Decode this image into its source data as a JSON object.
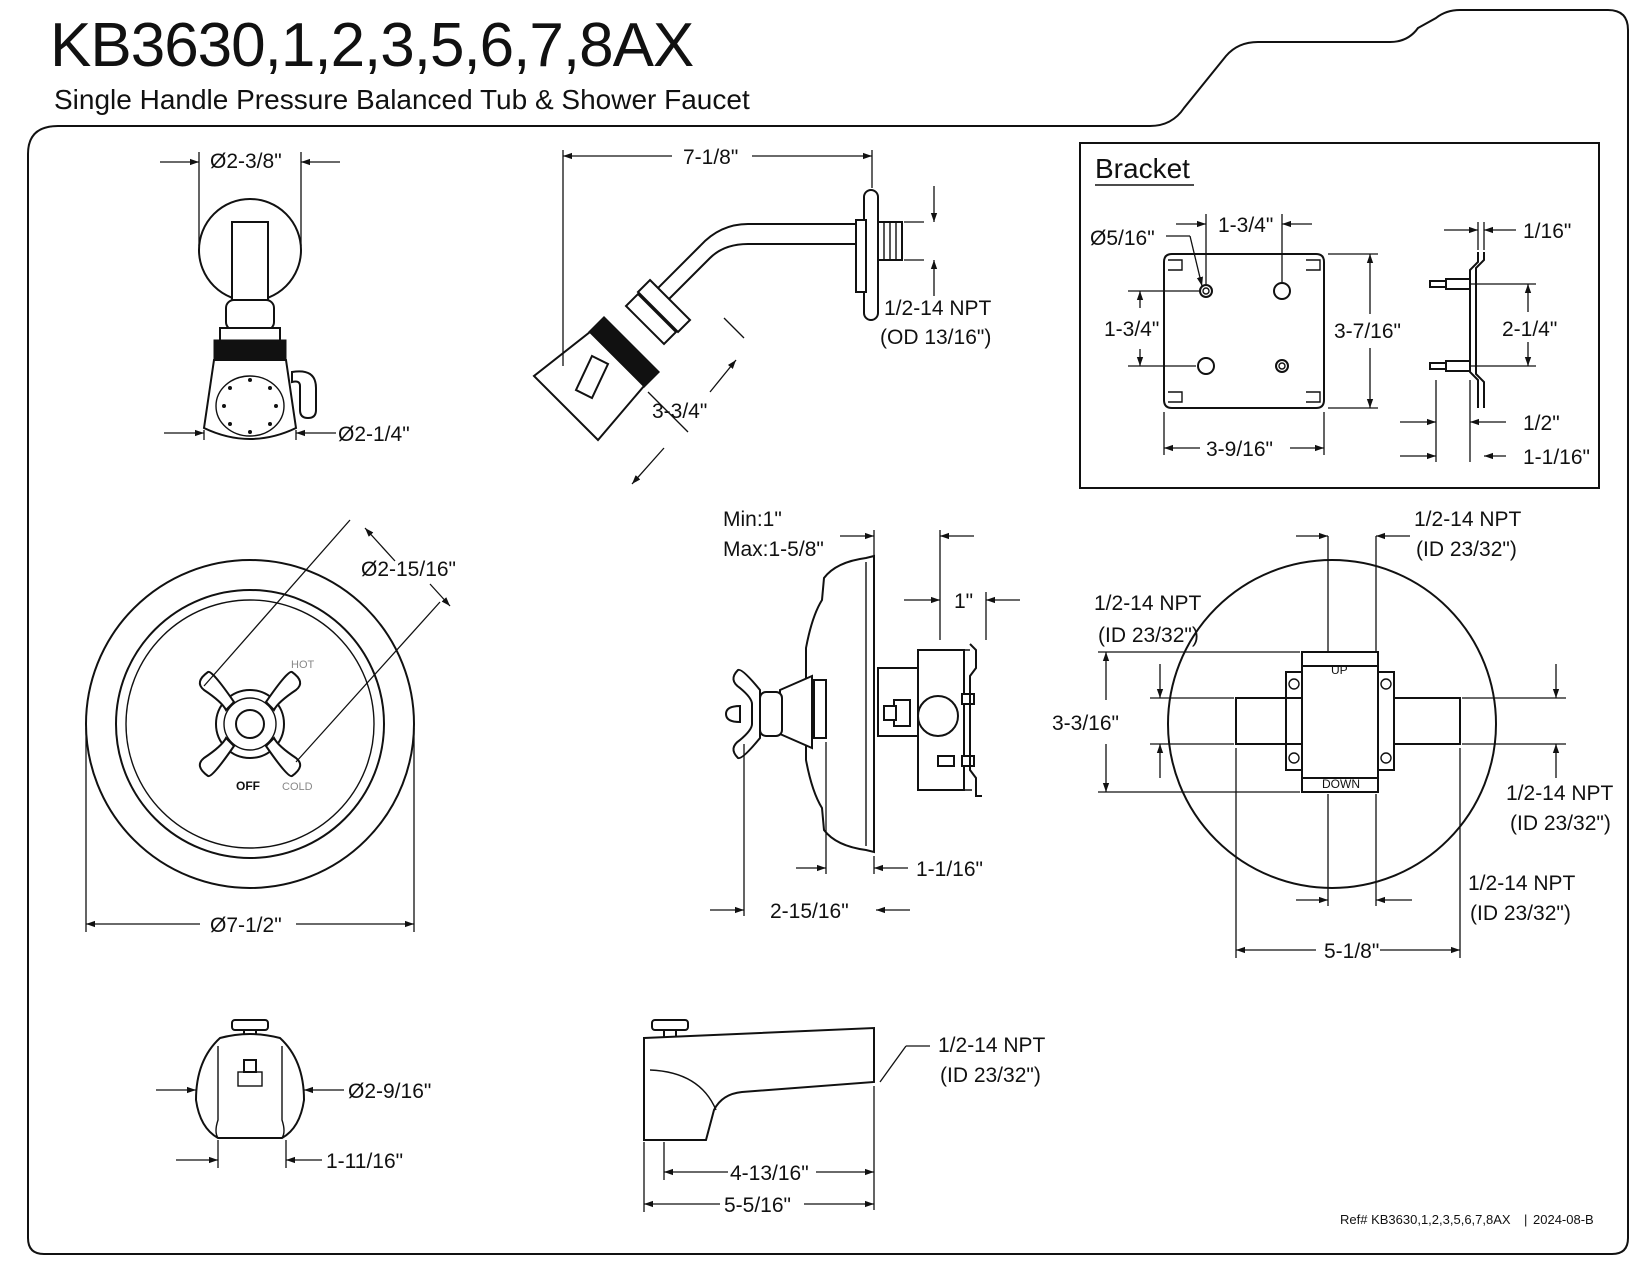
{
  "header": {
    "title": "KB3630,1,2,3,5,6,7,8AX",
    "subtitle": "Single Handle Pressure Balanced Tub & Shower Faucet"
  },
  "showerhead_front": {
    "flange_diameter": "Ø2-3/8\"",
    "head_diameter": "Ø2-1/4\""
  },
  "shower_arm": {
    "length": "7-1/8\"",
    "thread": "1/2-14 NPT",
    "thread_od": "(OD 13/16\")",
    "head_length": "3-3/4\""
  },
  "bracket": {
    "title": "Bracket",
    "hole_diameter": "Ø5/16\"",
    "hole_spacing_h": "1-3/4\"",
    "hole_spacing_v": "1-3/4\"",
    "height": "3-7/16\"",
    "width": "3-9/16\"",
    "thickness": "1/16\"",
    "side_spacing": "2-1/4\"",
    "offset": "1/2\"",
    "depth": "1-1/16\""
  },
  "trim_plate": {
    "handle_diameter": "Ø2-15/16\"",
    "plate_diameter": "Ø7-1/2\"",
    "hot_label": "HOT",
    "off_label": "OFF",
    "cold_label": "COLD"
  },
  "valve_side": {
    "min_max_line1": "Min:1\"",
    "min_max_line2": "Max:1-5/8\"",
    "stem": "1\"",
    "flange": "1-1/16\"",
    "depth": "2-15/16\""
  },
  "valve_back": {
    "top_npt": "1/2-14 NPT",
    "top_id": "(ID 23/32\")",
    "left_npt": "1/2-14 NPT",
    "left_id": "(ID 23/32\")",
    "right_npt": "1/2-14 NPT",
    "right_id": "(ID 23/32\")",
    "bottom_npt": "1/2-14 NPT",
    "bottom_id": "(ID 23/32\")",
    "height": "3-3/16\"",
    "width": "5-1/8\"",
    "up_label": "UP",
    "down_label": "DOWN"
  },
  "spout_front": {
    "diameter": "Ø2-9/16\"",
    "depth": "1-11/16\""
  },
  "spout_side": {
    "thread": "1/2-14 NPT",
    "thread_id": "(ID 23/32\")",
    "reach_inner": "4-13/16\"",
    "reach_total": "5-5/16\""
  },
  "footer": {
    "ref": "Ref# KB3630,1,2,3,5,6,7,8AX",
    "rev": "2024-08-B"
  }
}
